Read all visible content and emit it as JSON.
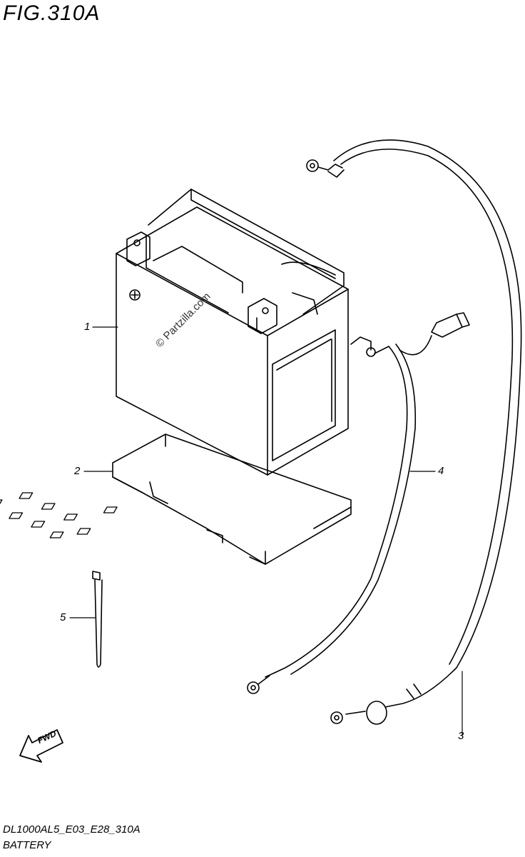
{
  "figure": {
    "title": "FIG.310A"
  },
  "callouts": [
    {
      "id": "1",
      "label": "1"
    },
    {
      "id": "2",
      "label": "2"
    },
    {
      "id": "3",
      "label": "3"
    },
    {
      "id": "4",
      "label": "4"
    },
    {
      "id": "5",
      "label": "5"
    }
  ],
  "watermark": "© Partzilla.com",
  "fwd_label": "FWD",
  "footer": {
    "code": "DL1000AL5_E03_E28_310A",
    "name": "BATTERY"
  }
}
